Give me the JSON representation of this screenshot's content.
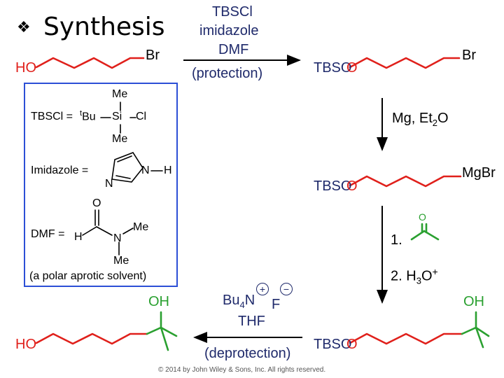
{
  "slide": {
    "bullet": "❖",
    "title": "Synthesis",
    "copyright": "© 2014 by John Wiley & Sons, Inc. All rights reserved."
  },
  "step1": {
    "reagent_line1": "TBSCl",
    "reagent_line2": "imidazole",
    "reagent_line3": "DMF",
    "label": "(protection)"
  },
  "step2": {
    "reagent": "Mg, Et",
    "reagent_sub": "2",
    "reagent_end": "O"
  },
  "step3": {
    "step1_num": "1.",
    "step2_num": "2.",
    "acid": "H",
    "acid_sub": "3",
    "acid_end": "O",
    "acid_sup": "+",
    "ketone_o": "O"
  },
  "step4": {
    "reagent_bu": "Bu",
    "reagent_sub": "4",
    "reagent_n": "N",
    "reagent_plus": "+",
    "reagent_f": "F",
    "reagent_minus": "−",
    "solvent": "THF",
    "label": "(deprotection)"
  },
  "molecules": {
    "ho": "HO",
    "br": "Br",
    "tbso": "TBSO",
    "mgbr": "Mg",
    "mgbr_end": "Br",
    "oh": "OH"
  },
  "definitions": {
    "tbscl_label": "TBSCl =",
    "tbu_t": "t",
    "tbu": "Bu",
    "si": "Si",
    "cl": "Cl",
    "me": "Me",
    "imidazole_label": "Imidazole =",
    "n": "N",
    "h": "H",
    "dmf_label": "DMF =",
    "o": "O",
    "solvent_note": "(a polar aprotic solvent)"
  }
}
